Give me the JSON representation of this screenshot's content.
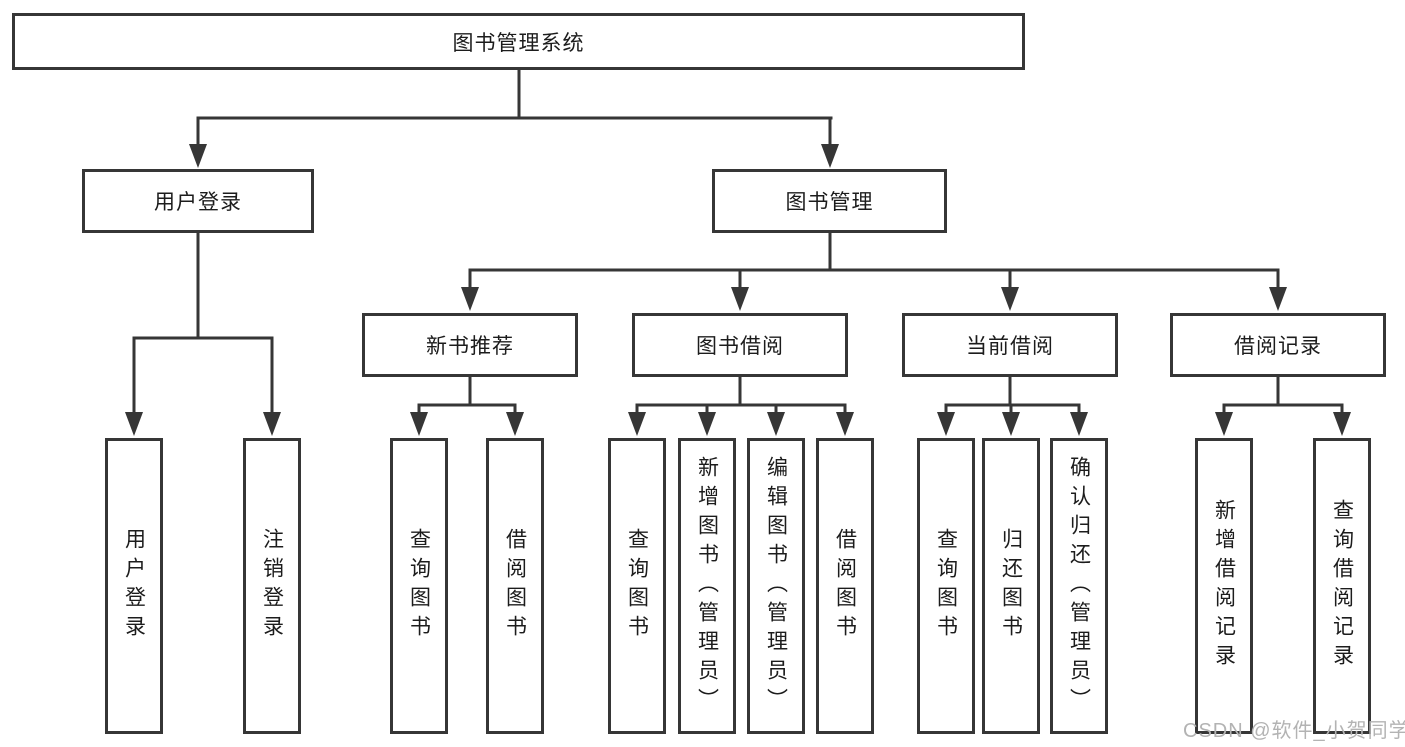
{
  "diagram": {
    "root": {
      "label": "图书管理系统"
    },
    "branches": [
      {
        "label": "用户登录",
        "children": [
          {
            "label": "用户登录"
          },
          {
            "label": "注销登录"
          }
        ]
      },
      {
        "label": "图书管理",
        "children": [
          {
            "label": "新书推荐",
            "children": [
              {
                "label": "查询图书"
              },
              {
                "label": "借阅图书"
              }
            ]
          },
          {
            "label": "图书借阅",
            "children": [
              {
                "label": "查询图书"
              },
              {
                "label": "新增图书（管理员）"
              },
              {
                "label": "编辑图书（管理员）"
              },
              {
                "label": "借阅图书"
              }
            ]
          },
          {
            "label": "当前借阅",
            "children": [
              {
                "label": "查询图书"
              },
              {
                "label": "归还图书"
              },
              {
                "label": "确认归还（管理员）"
              }
            ]
          },
          {
            "label": "借阅记录",
            "children": [
              {
                "label": "新增借阅记录"
              },
              {
                "label": "查询借阅记录"
              }
            ]
          }
        ]
      }
    ]
  },
  "watermark": {
    "text": "CSDN @软件_小贺同学"
  },
  "colors": {
    "line": "#363636",
    "box_border": "#363636",
    "box_fill": "#ffffff",
    "text": "#1c1c1c",
    "background": "#ffffff",
    "watermark": "#b3b3b3"
  }
}
